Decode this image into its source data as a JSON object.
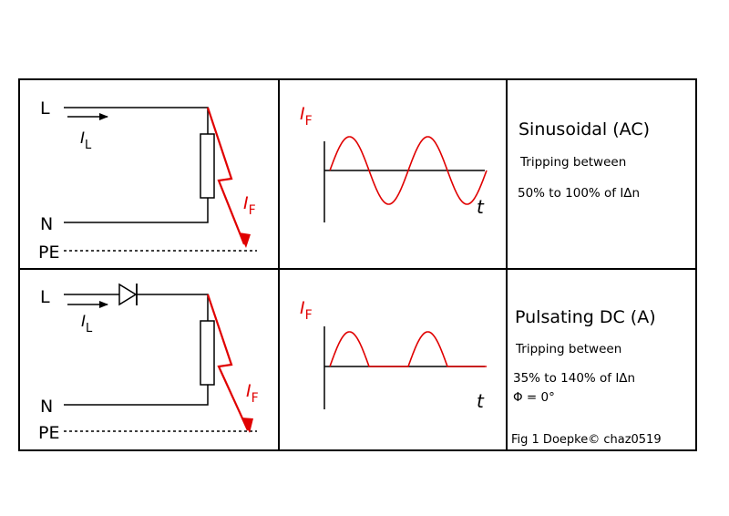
{
  "colors": {
    "line": "#000000",
    "fault": "#e00000",
    "background": "#ffffff"
  },
  "row_ac": {
    "circuit": {
      "live": "L",
      "current": "I",
      "current_sub": "L",
      "neutral": "N",
      "earth": "PE",
      "fault": "I",
      "fault_sub": "F"
    },
    "graph": {
      "ylabel": "I",
      "ylabel_sub": "F",
      "xlabel": "t"
    },
    "title": "Sinusoidal (AC)",
    "line1": "Tripping between",
    "line2": "50% to 100% of IΔn"
  },
  "row_a": {
    "circuit": {
      "live": "L",
      "current": "I",
      "current_sub": "L",
      "neutral": "N",
      "earth": "PE",
      "fault": "I",
      "fault_sub": "F"
    },
    "graph": {
      "ylabel": "I",
      "ylabel_sub": "F",
      "xlabel": "t"
    },
    "title": "Pulsating DC (A)",
    "line1": "Tripping between",
    "line2": "35% to 140% of IΔn",
    "line3": "Φ = 0°"
  },
  "footer": {
    "caption": "Fig 1 Doepke© chaz0519"
  }
}
